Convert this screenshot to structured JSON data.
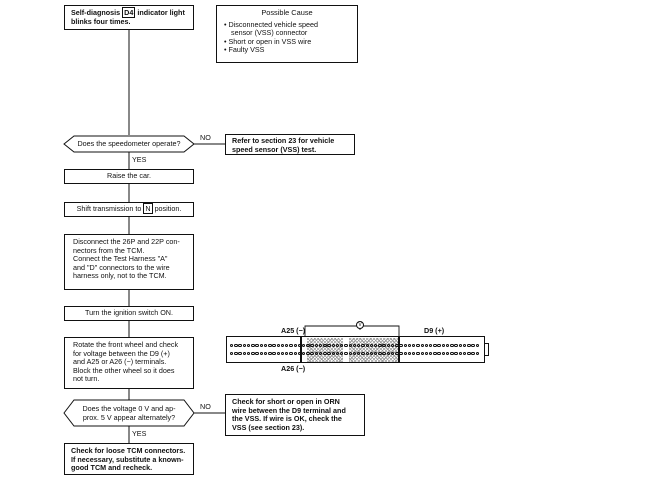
{
  "start": {
    "text_before": "Self-diagnosis",
    "boxed": "D4",
    "text_after": "indicator light",
    "line2": "blinks four times."
  },
  "possible_cause": {
    "title": "Possible Cause",
    "items": [
      "Disconnected vehicle speed",
      "sensor (VSS) connector",
      "Short or open in VSS wire",
      "Faulty VSS"
    ]
  },
  "decision1": {
    "text": "Does the speedometer operate?",
    "no_label": "NO",
    "yes_label": "YES"
  },
  "no_action1": {
    "lines": [
      "Refer to section 23 for vehicle",
      "speed sensor (VSS) test."
    ]
  },
  "step_raise": {
    "text": "Raise the car."
  },
  "step_shift": {
    "text_before": "Shift transmission to",
    "boxed": "N",
    "text_after": "position."
  },
  "step_disconnect": {
    "lines": [
      "Disconnect the 26P and 22P con-",
      "nectors from the TCM.",
      "Connect the Test Harness \"A\"",
      "and \"D\" connectors to the wire",
      "harness only, not to the TCM."
    ]
  },
  "step_ignition": {
    "text": "Turn the ignition switch ON."
  },
  "step_rotate": {
    "lines": [
      "Rotate the front wheel and check",
      "for voltage between the D9 (+)",
      "and A25 or A26 (−) terminals.",
      "Block the other wheel so it does",
      "not turn."
    ]
  },
  "connector_diagram": {
    "label_a25": "A25 (−)",
    "label_d9": "D9 (+)",
    "label_a26": "A26 (−)",
    "probe_symbol": "V"
  },
  "decision2": {
    "lines": [
      "Does the voltage 0 V and ap-",
      "prox. 5 V appear alternately?"
    ],
    "no_label": "NO",
    "yes_label": "YES"
  },
  "no_action2": {
    "lines": [
      "Check for short or open in ORN",
      "wire between the D9 terminal and",
      "the VSS. If wire is OK, check the",
      "VSS (see section 23)."
    ]
  },
  "final": {
    "lines": [
      "Check for loose TCM connectors.",
      "If necessary, substitute a known-",
      "good TCM and recheck."
    ]
  }
}
